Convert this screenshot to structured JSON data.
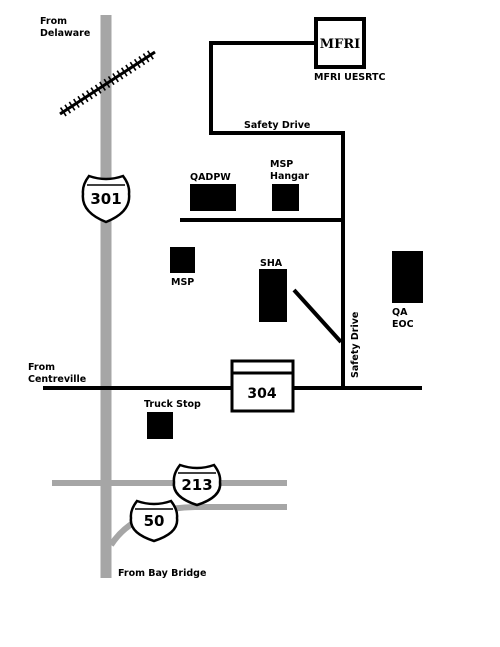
{
  "labels": {
    "from_delaware_1": "From",
    "from_delaware_2": "Delaware",
    "from_centreville_1": "From",
    "from_centreville_2": "Centreville",
    "from_bay_bridge": "From Bay Bridge",
    "safety_drive_top": "Safety Drive",
    "safety_drive_vertical": "Safety Drive",
    "mfri_box": "MFRI",
    "mfri_uesrtc": "MFRI UESRTC",
    "qadpw": "QADPW",
    "msp_hangar_1": "MSP",
    "msp_hangar_2": "Hangar",
    "msp": "MSP",
    "sha": "SHA",
    "qa_eoc_1": "QA",
    "qa_eoc_2": "EOC",
    "truck_stop": "Truck Stop"
  },
  "route_signs": {
    "us_301": "301",
    "route_304": "304",
    "route_213": "213",
    "us_50": "50"
  },
  "colors": {
    "road_black": "#000000",
    "highway_gray": "#a6a6a6",
    "building_fill": "#000000",
    "background": "#ffffff"
  }
}
